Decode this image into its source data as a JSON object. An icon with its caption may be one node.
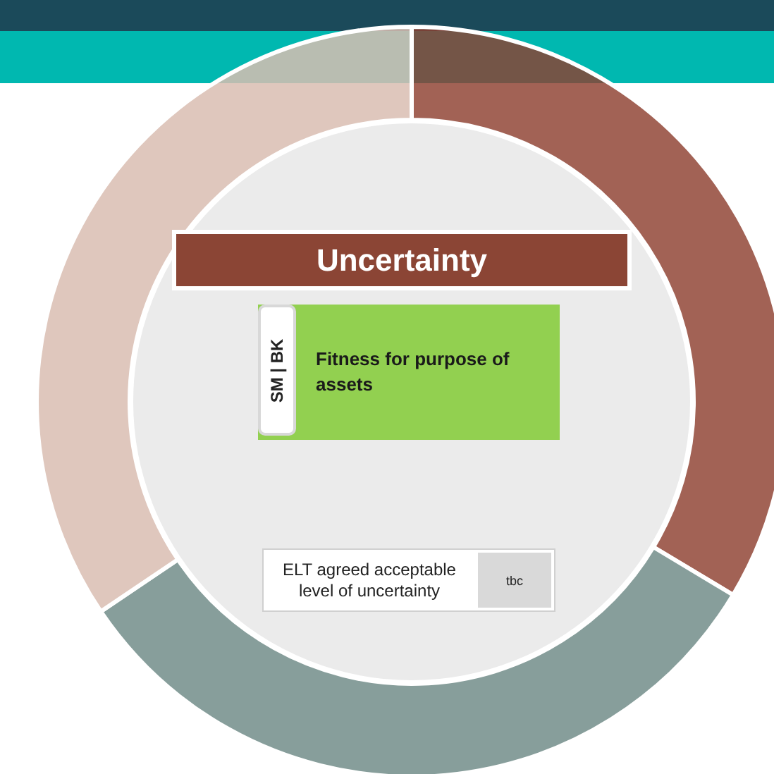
{
  "diagram": {
    "nodes": [
      {
        "text": [
          "Uncertainty"
        ]
      },
      {
        "text": [
          "Fitness for purpose of assets"
        ]
      },
      {
        "text": [
          "SM | BK"
        ],
        "in": 1
      },
      {
        "text": [
          "ELT agreed acceptable level of uncertainty",
          "tbc"
        ]
      }
    ]
  }
}
